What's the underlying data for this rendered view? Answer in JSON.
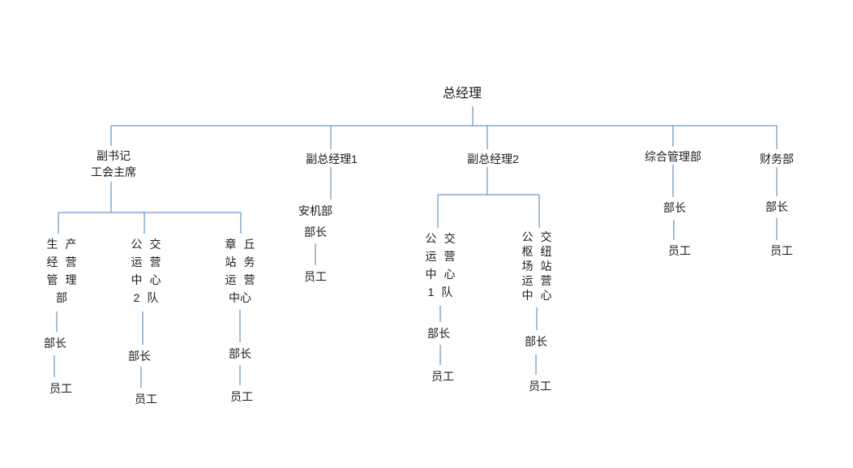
{
  "line_color": "#4a7fb5",
  "root": "总经理",
  "branches": [
    {
      "label": "副书记\n工会主席",
      "departments": [
        {
          "name": "生 产\n经 营\n管 理\n部",
          "manager": "部长",
          "staff": "员工"
        },
        {
          "name": "公 交\n运 营\n中 心\n2 队",
          "manager": "部长",
          "staff": "员工"
        },
        {
          "name": "章 丘\n站 务\n运 营\n中心",
          "manager": "部长",
          "staff": "员工"
        }
      ]
    },
    {
      "label": "副总经理1",
      "departments": [
        {
          "name": "安机部",
          "manager": "部长",
          "staff": "员工"
        }
      ]
    },
    {
      "label": "副总经理2",
      "departments": [
        {
          "name": "公 交\n运 营\n中 心\n1 队",
          "manager": "部长",
          "staff": "员工"
        },
        {
          "name": "公 交\n枢 纽\n场 站\n运 营\n中 心",
          "manager": "部长",
          "staff": "员工"
        }
      ]
    },
    {
      "label": "综合管理部",
      "manager": "部长",
      "staff": "员工"
    },
    {
      "label": "财务部",
      "manager": "部长",
      "staff": "员工"
    }
  ]
}
